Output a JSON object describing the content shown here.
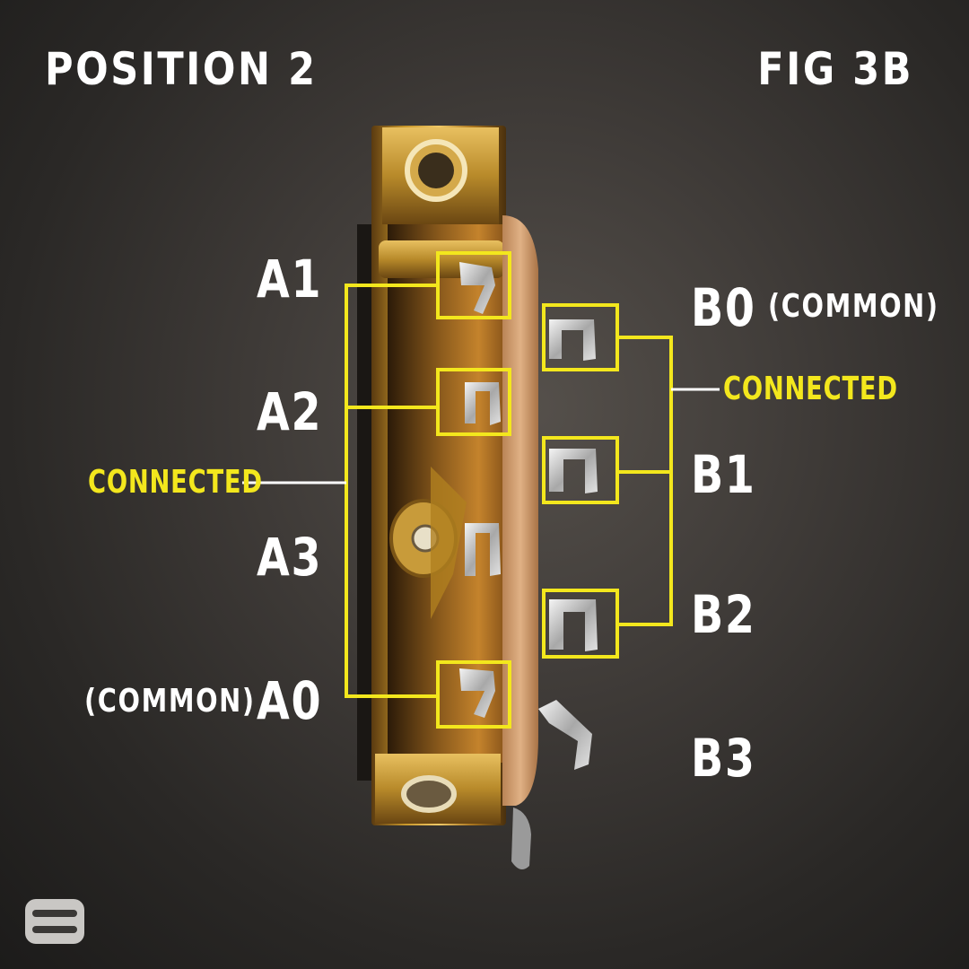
{
  "header": {
    "position_label": "POSITION 2",
    "figure_label": "FIG 3B"
  },
  "terminals_a": {
    "a1": "A1",
    "a2": "A2",
    "a3": "A3",
    "a0": "A0",
    "a0_note": "(COMMON)"
  },
  "terminals_b": {
    "b0": "B0",
    "b0_note": "(COMMON)",
    "b1": "B1",
    "b2": "B2",
    "b3": "B3"
  },
  "annotations": {
    "connected_left": "CONNECTED",
    "connected_right": "CONNECTED"
  },
  "colors": {
    "highlight": "#f3e71d",
    "label": "#ffffff",
    "background": "#3e3a37",
    "brass": "#c8962a",
    "board": "#d9a77a"
  },
  "logo": {
    "icon": "seymour-duncan-s-logo-icon"
  }
}
